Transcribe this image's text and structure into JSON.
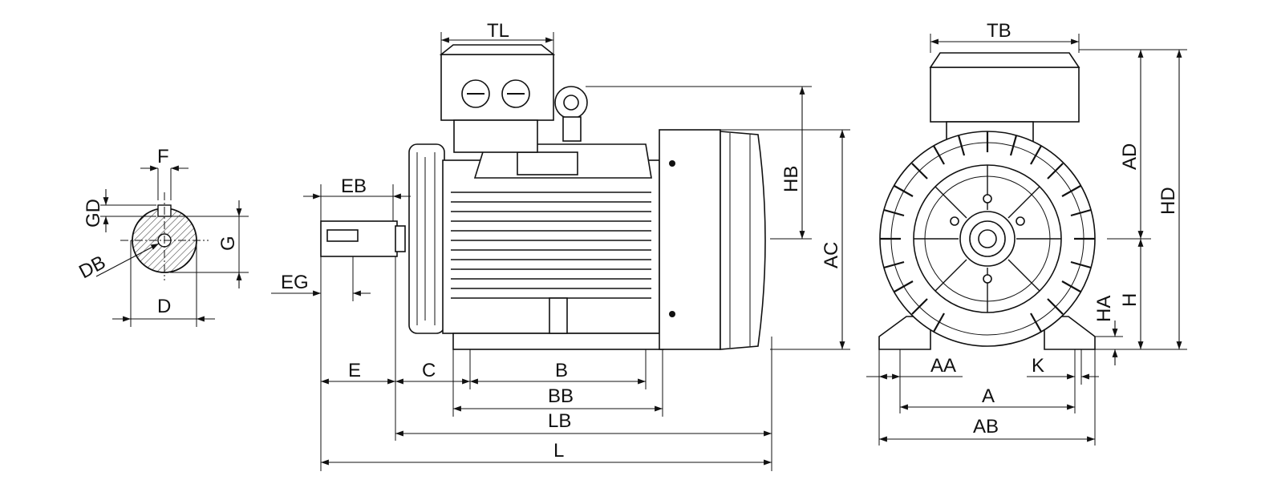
{
  "labels": {
    "tl": "TL",
    "tb": "TB",
    "f": "F",
    "gd": "GD",
    "g": "G",
    "db": "DB",
    "d": "D",
    "eb": "EB",
    "eg": "EG",
    "hb": "HB",
    "ac": "AC",
    "ad": "AD",
    "hd": "HD",
    "ha": "HA",
    "h": "H",
    "e": "E",
    "c": "C",
    "b": "B",
    "bb": "BB",
    "lb": "LB",
    "l": "L",
    "aa": "AA",
    "k": "K",
    "a": "A",
    "ab": "AB"
  },
  "colors": {
    "line": "#111111",
    "background": "#ffffff",
    "hatch": "#555555"
  }
}
